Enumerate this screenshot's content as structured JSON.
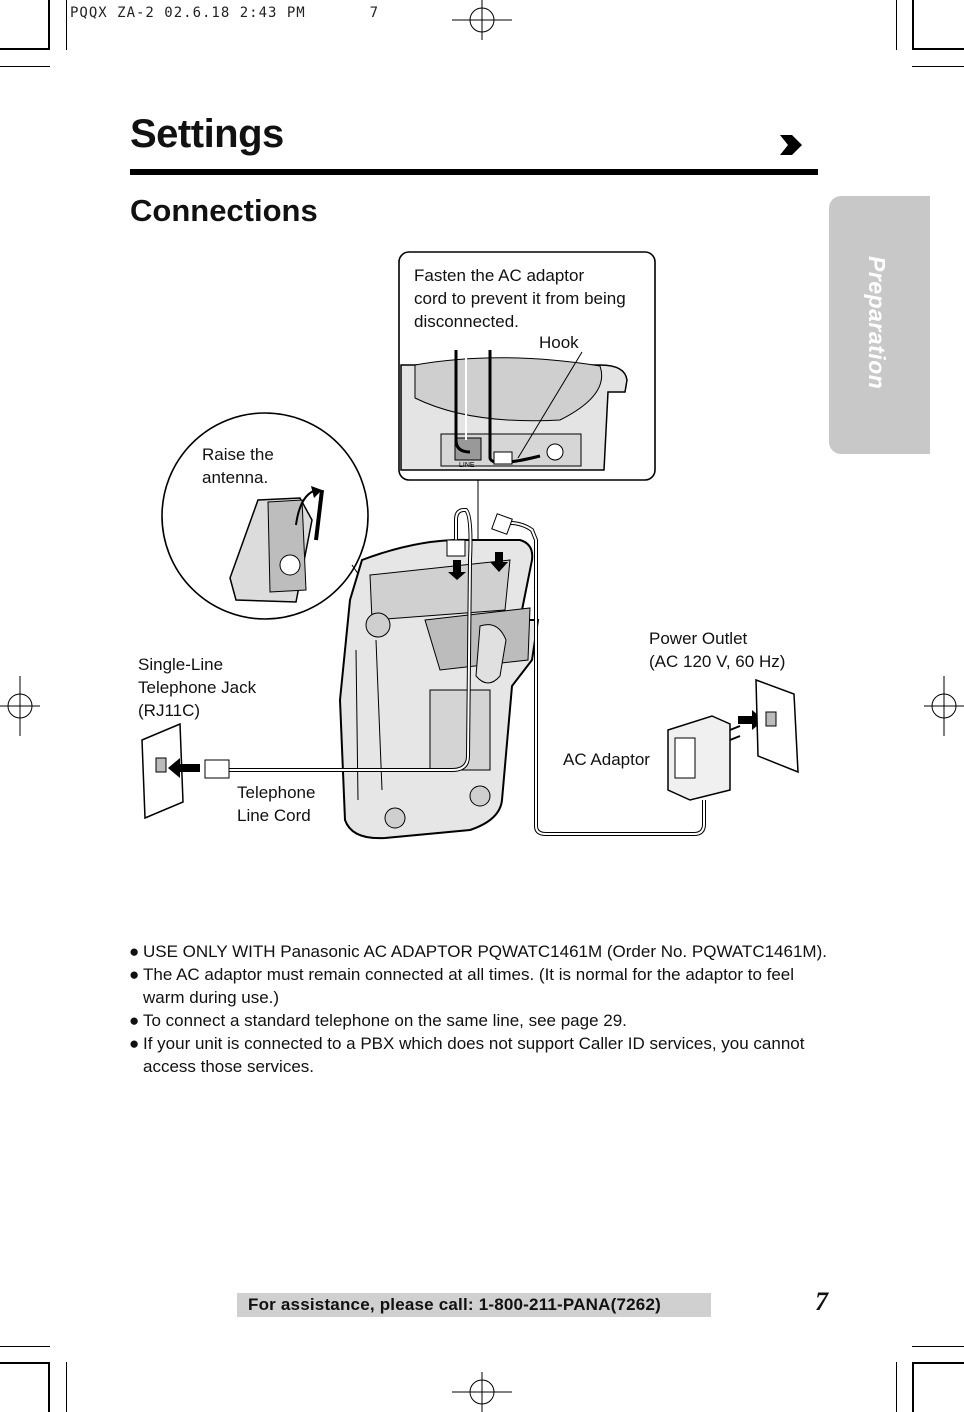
{
  "print_header": "PQQX ZA-2 02.6.18 2:43 PM 　　　 7",
  "page": {
    "title": "Settings",
    "section_title": "Connections",
    "side_tab": "Preparation",
    "page_number": "7"
  },
  "diagram": {
    "callout_text": "Fasten the AC adaptor cord to prevent it from being disconnected.",
    "callout_line1": "Fasten the AC adaptor",
    "callout_line2": "cord to prevent it from being",
    "callout_line3": "disconnected.",
    "hook_label": "Hook",
    "antenna_line1": "Raise the",
    "antenna_line2": "antenna.",
    "jack_line1": "Single-Line",
    "jack_line2": "Telephone Jack",
    "jack_line3": "(RJ11C)",
    "cord_line1": "Telephone",
    "cord_line2": "Line Cord",
    "outlet_line1": "Power Outlet",
    "outlet_line2": "(AC 120 V, 60 Hz)",
    "adaptor_label": "AC Adaptor",
    "line_jack_marking": "LINE"
  },
  "notes": [
    "USE ONLY WITH Panasonic AC ADAPTOR PQWATC1461M (Order No. PQWATC1461M).",
    "The AC adaptor must remain connected at all times. (It is normal for the adaptor to feel warm during use.)",
    "To connect a standard telephone on the same line, see page 29.",
    "If your unit is connected to a PBX which does not support Caller ID services, you cannot access those services."
  ],
  "bullet_glyph": "●",
  "footer": {
    "assistance": "For assistance, please call: 1-800-211-PANA(7262)"
  }
}
